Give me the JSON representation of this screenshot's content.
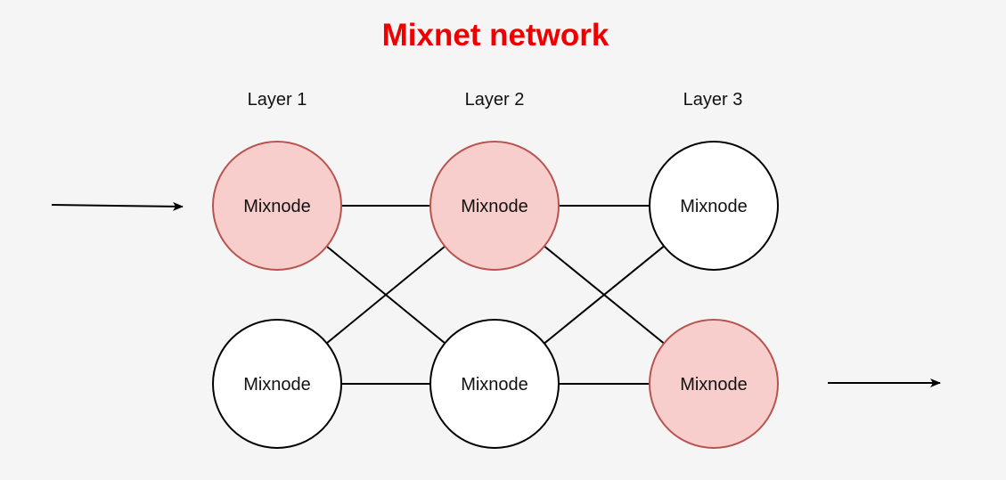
{
  "title": "Mixnet network",
  "layers": [
    "Layer 1",
    "Layer 2",
    "Layer 3"
  ],
  "colors": {
    "background": "#f5f5f5",
    "title": "#ee0000",
    "highlight_fill": "#f8cecc",
    "highlight_stroke": "#b85450",
    "plain_fill": "#ffffff",
    "plain_stroke": "#000000",
    "edge": "#000000"
  },
  "nodes": [
    {
      "id": "l1-top",
      "label": "Mixnode",
      "layer": 1,
      "row": 1,
      "highlighted": true
    },
    {
      "id": "l2-top",
      "label": "Mixnode",
      "layer": 2,
      "row": 1,
      "highlighted": true
    },
    {
      "id": "l3-top",
      "label": "Mixnode",
      "layer": 3,
      "row": 1,
      "highlighted": false
    },
    {
      "id": "l1-bottom",
      "label": "Mixnode",
      "layer": 1,
      "row": 2,
      "highlighted": false
    },
    {
      "id": "l2-bottom",
      "label": "Mixnode",
      "layer": 2,
      "row": 2,
      "highlighted": false
    },
    {
      "id": "l3-bottom",
      "label": "Mixnode",
      "layer": 3,
      "row": 2,
      "highlighted": true
    }
  ],
  "edges": [
    {
      "from": "l1-top",
      "to": "l2-top"
    },
    {
      "from": "l2-top",
      "to": "l3-top"
    },
    {
      "from": "l1-bottom",
      "to": "l2-bottom"
    },
    {
      "from": "l2-bottom",
      "to": "l3-bottom"
    },
    {
      "from": "l1-top",
      "to": "l2-bottom"
    },
    {
      "from": "l1-bottom",
      "to": "l2-top"
    },
    {
      "from": "l2-top",
      "to": "l3-bottom"
    },
    {
      "from": "l2-bottom",
      "to": "l3-top"
    }
  ],
  "arrows": [
    {
      "id": "input-arrow"
    },
    {
      "id": "output-arrow"
    }
  ]
}
